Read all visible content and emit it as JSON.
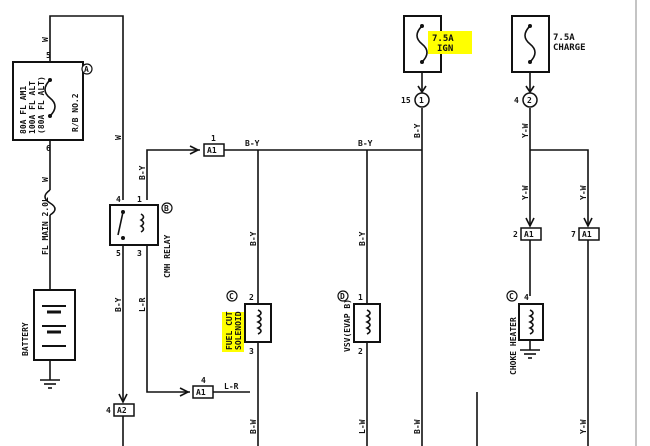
{
  "fuse_ign": {
    "rating": "7.5A",
    "name": "IGN"
  },
  "fuse_charge": {
    "rating": "7.5A",
    "name": "CHARGE"
  },
  "rb_box": {
    "fuses": [
      "80A FL AM1",
      "100A FL ALT",
      "(80A FL ALT)"
    ],
    "name": "R/B NO.2",
    "callout": "A",
    "pin_top": "5",
    "pin_bottom": "6"
  },
  "fl_main": {
    "name": "FL MAIN 2.0L"
  },
  "battery": {
    "name": "BATTERY"
  },
  "cmh_relay": {
    "name": "CMH RELAY",
    "callout": "B",
    "pins": {
      "p4": "4",
      "p1": "1",
      "p5": "5",
      "p3": "3"
    }
  },
  "fuel_cut": {
    "name": "FUEL CUT SOLENOID",
    "line1": "FUEL CUT",
    "line2": "SOLENOID",
    "callout": "C",
    "pin_top": "2",
    "pin_bottom": "3"
  },
  "vsv": {
    "name": "VSV(EVAP B)",
    "callout": "D",
    "pin_top": "1",
    "pin_bottom": "2"
  },
  "choke": {
    "name": "CHOKE HEATER",
    "callout": "C",
    "pin_top": "4"
  },
  "connectors": {
    "a1_top": {
      "label": "A1",
      "pin": "1"
    },
    "a1_bottom": {
      "label": "A1",
      "pin": "4"
    },
    "a2": {
      "label": "A2",
      "pin": "4"
    },
    "a1_choke": {
      "label": "A1",
      "pin": "2"
    },
    "a1_right": {
      "label": "A1",
      "pin": "7"
    },
    "j1": {
      "label": "1",
      "pin": "15"
    },
    "j2": {
      "label": "2",
      "pin": "4"
    }
  },
  "wires": {
    "w_top_left": "W",
    "w_mid_left": "W",
    "w_relay": "W",
    "by_relay": "B-Y",
    "by_top1": "B-Y",
    "by_top2": "B-Y",
    "by_ign": "B-Y",
    "by_fuel": "B-Y",
    "by_vsv": "B-Y",
    "by_low": "B-Y",
    "lr_relay": "L-R",
    "lr_a1": "L-R",
    "yw_top": "Y-W",
    "yw_mid": "Y-W",
    "yw_right": "Y-W",
    "yw_bottom": "Y-W",
    "bw_fuel": "B-W",
    "lw_vsv": "L-W",
    "bw_ign": "B-W"
  }
}
